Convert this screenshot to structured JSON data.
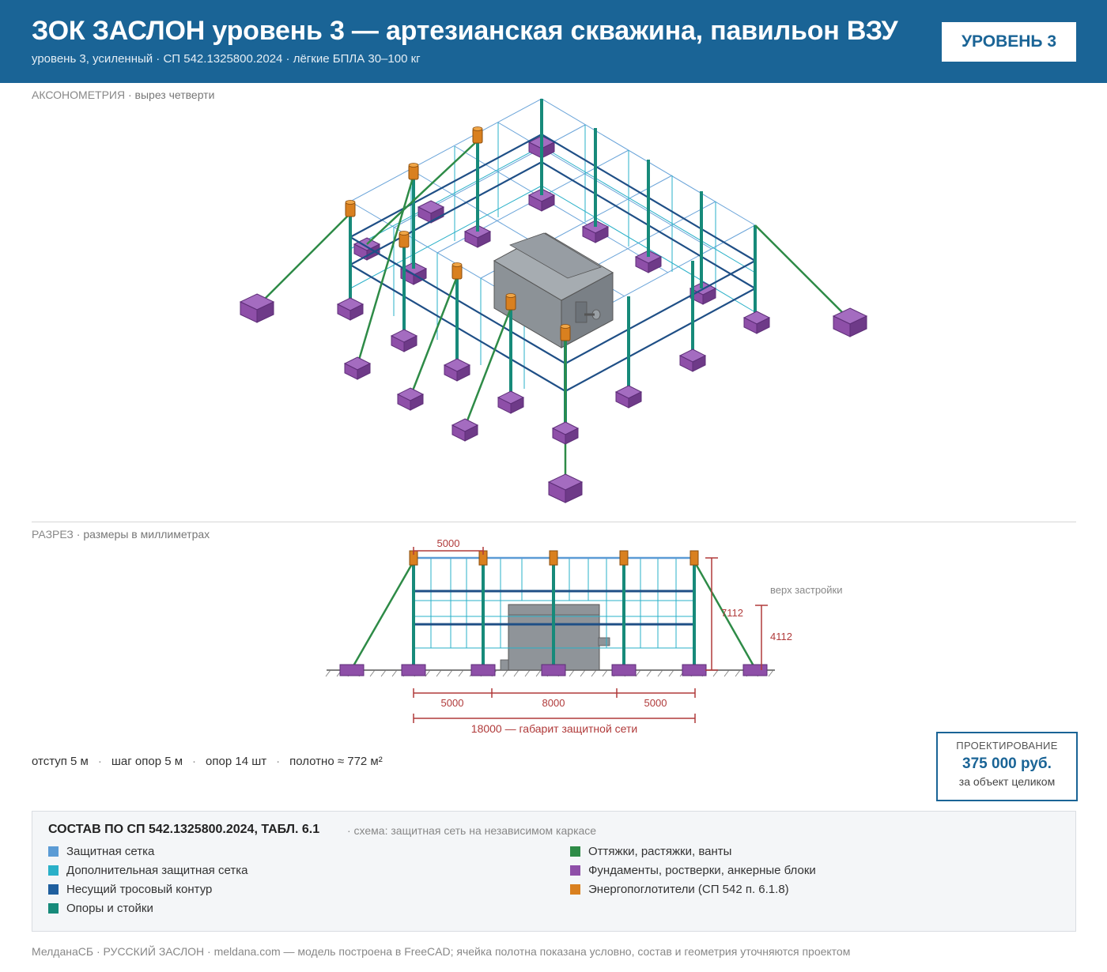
{
  "header": {
    "title": "ЗОК ЗАСЛОН уровень 3 — артезианская скважина, павильон ВЗУ",
    "subtitle": "уровень 3, усиленный · СП 542.1325800.2024 · лёгкие БПЛА 30–100 кг",
    "badge": "УРОВЕНЬ 3"
  },
  "axon": {
    "label": "АКСОНОМЕТРИЯ",
    "note": " · вырез четверти"
  },
  "section": {
    "label": "РАЗРЕЗ",
    "note": " · размеры в миллиметрах",
    "dims": {
      "top_span": "5000",
      "height_total": "7112",
      "height_building": "4112",
      "building_top_label": "верх застройки",
      "bottom_left": "5000",
      "bottom_mid": "8000",
      "bottom_right": "5000",
      "overall": "18000 — габарит защитной сети"
    }
  },
  "stats": {
    "offset": "отступ 5 м",
    "step": "шаг опор 5 м",
    "posts": "опор 14 шт",
    "area": "полотно ≈ 772 м²"
  },
  "price": {
    "caption": "ПРОЕКТИРОВАНИЕ",
    "value": "375 000 руб.",
    "per": "за объект целиком"
  },
  "legend": {
    "title": "СОСТАВ ПО СП 542.1325800.2024, ТАБЛ. 6.1",
    "scheme": "· схема: защитная сеть на независимом каркасе",
    "items": [
      {
        "label": "Защитная сетка",
        "color": "#5b9bd5"
      },
      {
        "label": "Дополнительная защитная сетка",
        "color": "#2ab0c8"
      },
      {
        "label": "Несущий тросовый контур",
        "color": "#1f5f9e"
      },
      {
        "label": "Опоры и стойки",
        "color": "#178a7a"
      },
      {
        "label": "Оттяжки, растяжки, ванты",
        "color": "#2e8b47"
      },
      {
        "label": "Фундаменты, ростверки, анкерные блоки",
        "color": "#8e4fa8"
      },
      {
        "label": "Энергопоглотители (СП 542 п. 6.1.8)",
        "color": "#d9801f"
      }
    ]
  },
  "footer": "МелданаСБ · РУССКИЙ ЗАСЛОН · meldana.com — модель построена в FreeCAD; ячейка полотна показана условно, состав и геометрия уточняются проектом"
}
